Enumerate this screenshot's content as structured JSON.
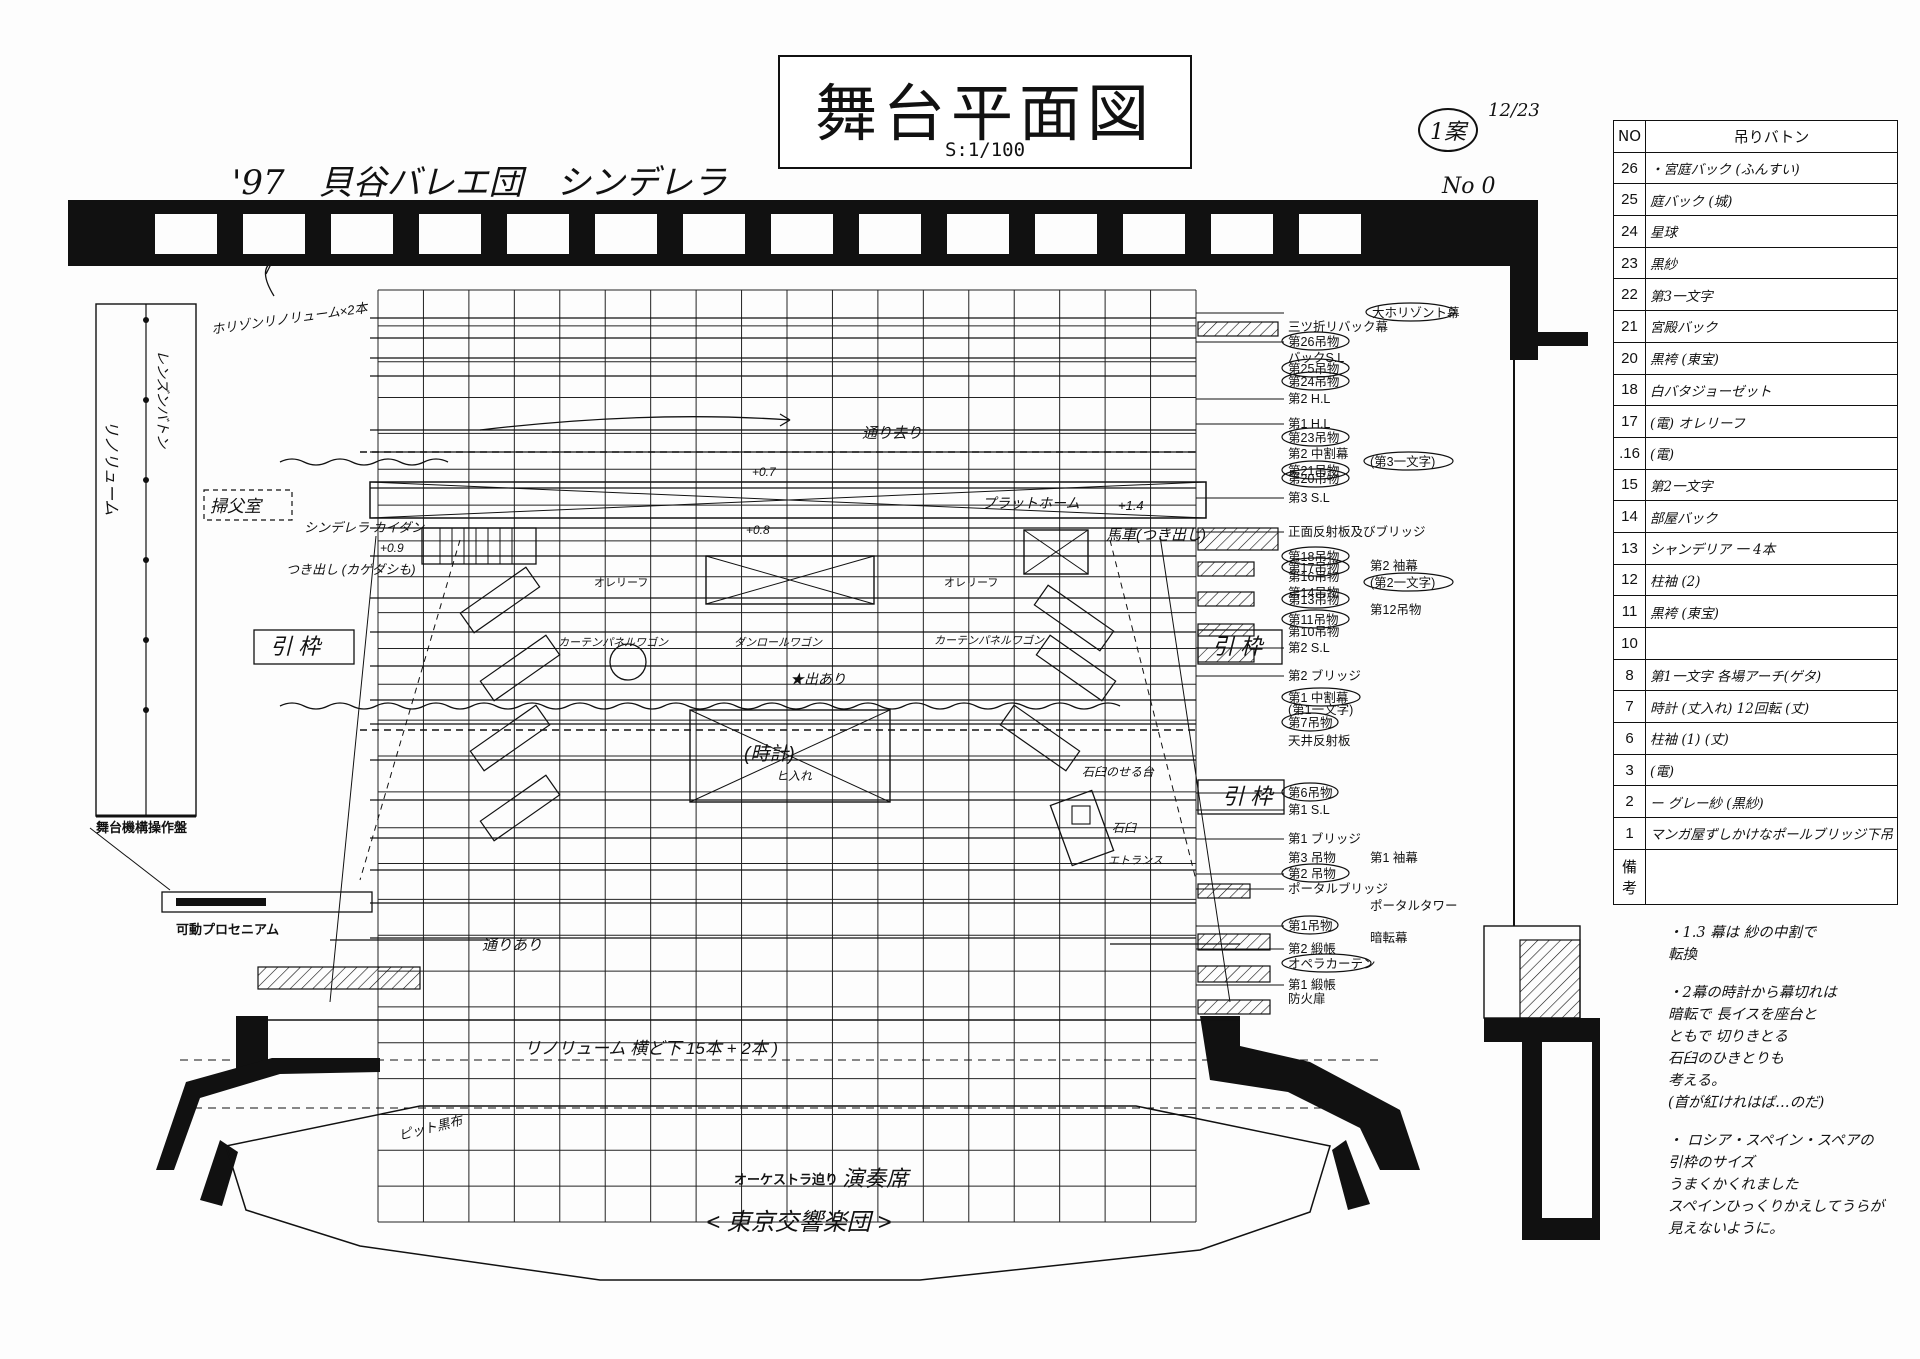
{
  "header": {
    "title": "舞台平面図",
    "scale": "S:1/100",
    "production": "'97　貝谷バレエ団　シンデレラ",
    "draft_stamp": "1案",
    "date": "12/23",
    "sheet_no": "No 0"
  },
  "stage_right_labels": [
    {
      "text": "大ホリゾント幕",
      "circled": true
    },
    {
      "text": "三ツ折リバック幕",
      "circled": false
    },
    {
      "text": "第26吊物",
      "circled": true
    },
    {
      "text": "バックS.L",
      "circled": false
    },
    {
      "text": "第25吊物",
      "circled": true
    },
    {
      "text": "第24吊物",
      "circled": true
    },
    {
      "text": "第2 H.L",
      "circled": false
    },
    {
      "text": "第1 H.L",
      "circled": false
    },
    {
      "text": "第23吊物",
      "circled": true
    },
    {
      "text": "第2 中割幕",
      "circled": false
    },
    {
      "text": "(第3一文字)",
      "circled": true
    },
    {
      "text": "第21吊物",
      "circled": true
    },
    {
      "text": "第20吊物",
      "circled": true
    },
    {
      "text": "第3 S.L",
      "circled": false
    },
    {
      "text": "正面反射板及びブリッジ",
      "circled": false
    },
    {
      "text": "第18吊物",
      "circled": true
    },
    {
      "text": "第17吊物",
      "circled": true
    },
    {
      "text": "第2 袖幕",
      "circled": false
    },
    {
      "text": "第16吊物",
      "circled": false
    },
    {
      "text": "(第2一文字)",
      "circled": true
    },
    {
      "text": "第14吊物",
      "circled": false
    },
    {
      "text": "第13吊物",
      "circled": true
    },
    {
      "text": "第12吊物",
      "circled": false
    },
    {
      "text": "第11吊物",
      "circled": true
    },
    {
      "text": "第10吊物",
      "circled": false
    },
    {
      "text": "第2 S.L",
      "circled": false
    },
    {
      "text": "第2 ブリッジ",
      "circled": false
    },
    {
      "text": "第1 中割幕",
      "circled": true
    },
    {
      "text": "(第1一文字)",
      "circled": false
    },
    {
      "text": "第7吊物",
      "circled": true
    },
    {
      "text": "天井反射板",
      "circled": false
    },
    {
      "text": "第6吊物",
      "circled": true
    },
    {
      "text": "第1 S.L",
      "circled": false
    },
    {
      "text": "第1 ブリッジ",
      "circled": false
    },
    {
      "text": "第3 吊物",
      "circled": false
    },
    {
      "text": "第1 袖幕",
      "circled": false
    },
    {
      "text": "第2 吊物",
      "circled": true
    },
    {
      "text": "ポータルブリッジ",
      "circled": false
    },
    {
      "text": "ポータルタワー",
      "circled": false
    },
    {
      "text": "第1吊物",
      "circled": true
    },
    {
      "text": "暗転幕",
      "circled": false
    },
    {
      "text": "第2 緞帳",
      "circled": false
    },
    {
      "text": "オペラカーテン",
      "circled": true
    },
    {
      "text": "第1 緞帳",
      "circled": false
    },
    {
      "text": "防火扉",
      "circled": false
    }
  ],
  "left_labels": {
    "console": "舞台機構操作盤",
    "proscenium": "可動プロセニアム",
    "linoleum_note": "ホリゾンリノリューム×2本",
    "linoleum_vertical": "リノリューム",
    "ren_vertical": "レンズンバトン",
    "sohyo": "掃父室",
    "cinderella": "シンデレラ カイダン",
    "tsukidashi": "つき出し (カゲダシも)",
    "wagon_left": "引 枠",
    "wagon_right": "引 枠",
    "wagon_center": "引 枠"
  },
  "stage_notes": {
    "toori_top": "通り去り",
    "toori_bottom": "通りあり",
    "platform": "プラットホーム",
    "platform_height": "+1.4",
    "height_a": "+0.7",
    "height_b": "+0.8",
    "height_c": "+0.9",
    "carriage": "馬車(つき出し)",
    "oleaf_left": "オレリーフ",
    "oleaf_right": "オレリーフ",
    "curtain_left": "カーテンパネルワゴン",
    "curtain_right": "カーテンパネルワゴン",
    "danroll": "ダンロールワゴン",
    "deari": "★出あり",
    "clock": "(時計)",
    "clock_sub": "ヒ入れ",
    "stool": "石臼のせる台",
    "stool2": "石臼",
    "stool3": "エトランス",
    "linoleum_bottom": "リノリューム 横ど下 15本 + 2本 )",
    "pit": "ピット黒布",
    "orchestra": "オーケストラ迫り",
    "orchestra_hw": "演奏席",
    "orchestra_name": "< 東京交響楽団 >"
  },
  "fly_table": {
    "header_no": "NO",
    "header_name": "吊りバトン",
    "rows": [
      {
        "no": "26",
        "name": "・宮庭バック (ふんすい)"
      },
      {
        "no": "25",
        "name": "庭バック (城)"
      },
      {
        "no": "24",
        "name": "星球"
      },
      {
        "no": "23",
        "name": "黒紗"
      },
      {
        "no": "22",
        "name": "第3一文字"
      },
      {
        "no": "21",
        "name": "宮殿バック"
      },
      {
        "no": "20",
        "name": "黒袴 (東宝)"
      },
      {
        "no": "18",
        "name": "白バタジョーゼット"
      },
      {
        "no": "17",
        "name": "(電) オレリーフ"
      },
      {
        "no": ".16",
        "name": "(電)"
      },
      {
        "no": "15",
        "name": "第2一文字"
      },
      {
        "no": "14",
        "name": "部屋バック"
      },
      {
        "no": "13",
        "name": "シャンデリア 一 4本"
      },
      {
        "no": "12",
        "name": "柱袖 (2)"
      },
      {
        "no": "11",
        "name": "黒袴 (東宝)"
      },
      {
        "no": "10",
        "name": ""
      },
      {
        "no": "8",
        "name": "第1一文字 各場アーチ(ゲタ)"
      },
      {
        "no": "7",
        "name": "時計 (丈入れ) 12回転 (丈)"
      },
      {
        "no": "6",
        "name": "柱袖 (1) (丈)"
      },
      {
        "no": "3",
        "name": "(電)"
      },
      {
        "no": "2",
        "name": "ー グレー紗 (黒紗)"
      },
      {
        "no": "1",
        "name": "マンガ屋ずしかけなポールブリッジ下吊"
      }
    ],
    "remarks_label": "備考"
  },
  "notes": [
    "・1.3 幕は 紗の中割で",
    "転換",
    "・2幕の時計から幕切れは",
    "暗転で 長イスを座台と",
    "ともで 切りきとる",
    "石臼のひきとりも",
    "考える。",
    "(首が紅けれはば…のだ)",
    "・ ロシア・スペイン・スペアの",
    "引枠のサイズ",
    "うまくかくれました",
    "スペインひっくりかえしてうらが",
    "見えないように。"
  ]
}
